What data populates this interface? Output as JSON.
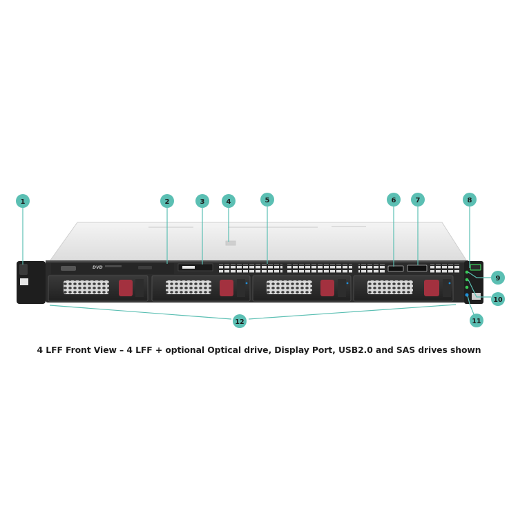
{
  "caption": "4 LFF Front View – 4 LFF + optional Optical drive, Display Port, USB2.0 and SAS drives shown",
  "callouts": [
    "1",
    "2",
    "3",
    "4",
    "5",
    "6",
    "7",
    "8",
    "9",
    "10",
    "11",
    "12"
  ],
  "colors": {
    "callout": "#5bbfb3",
    "drive_latch": "#a3313f",
    "chassis_top": "#e9e9e9",
    "bezel": "#1e1e1e"
  },
  "drive_bay_count": 4,
  "optical_label": "DVD"
}
